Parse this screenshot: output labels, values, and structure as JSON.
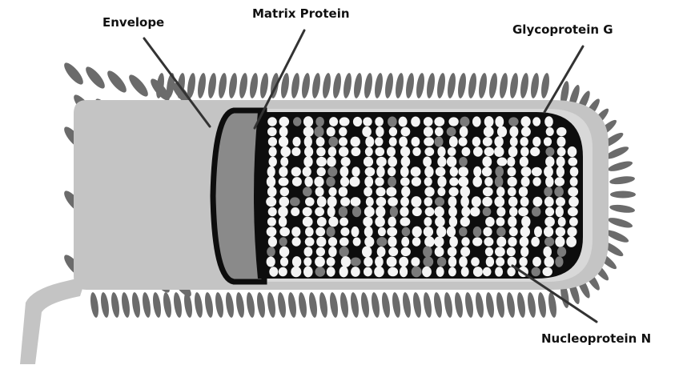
{
  "labels": {
    "envelope": "Envelope",
    "matrix_protein": "Matrix Protein",
    "glycoprotein_g": "Glycoprotein G",
    "nucleoprotein_n": "Nucleoprotein N"
  },
  "colors": {
    "envelope_fill": "#c4c4c4",
    "spike": "#6b6b6b",
    "matrix": "#8a8a8a",
    "core_dark": "#0d0d0d",
    "nucleoprotein": "#f4f4f4",
    "leader": "#333333"
  }
}
